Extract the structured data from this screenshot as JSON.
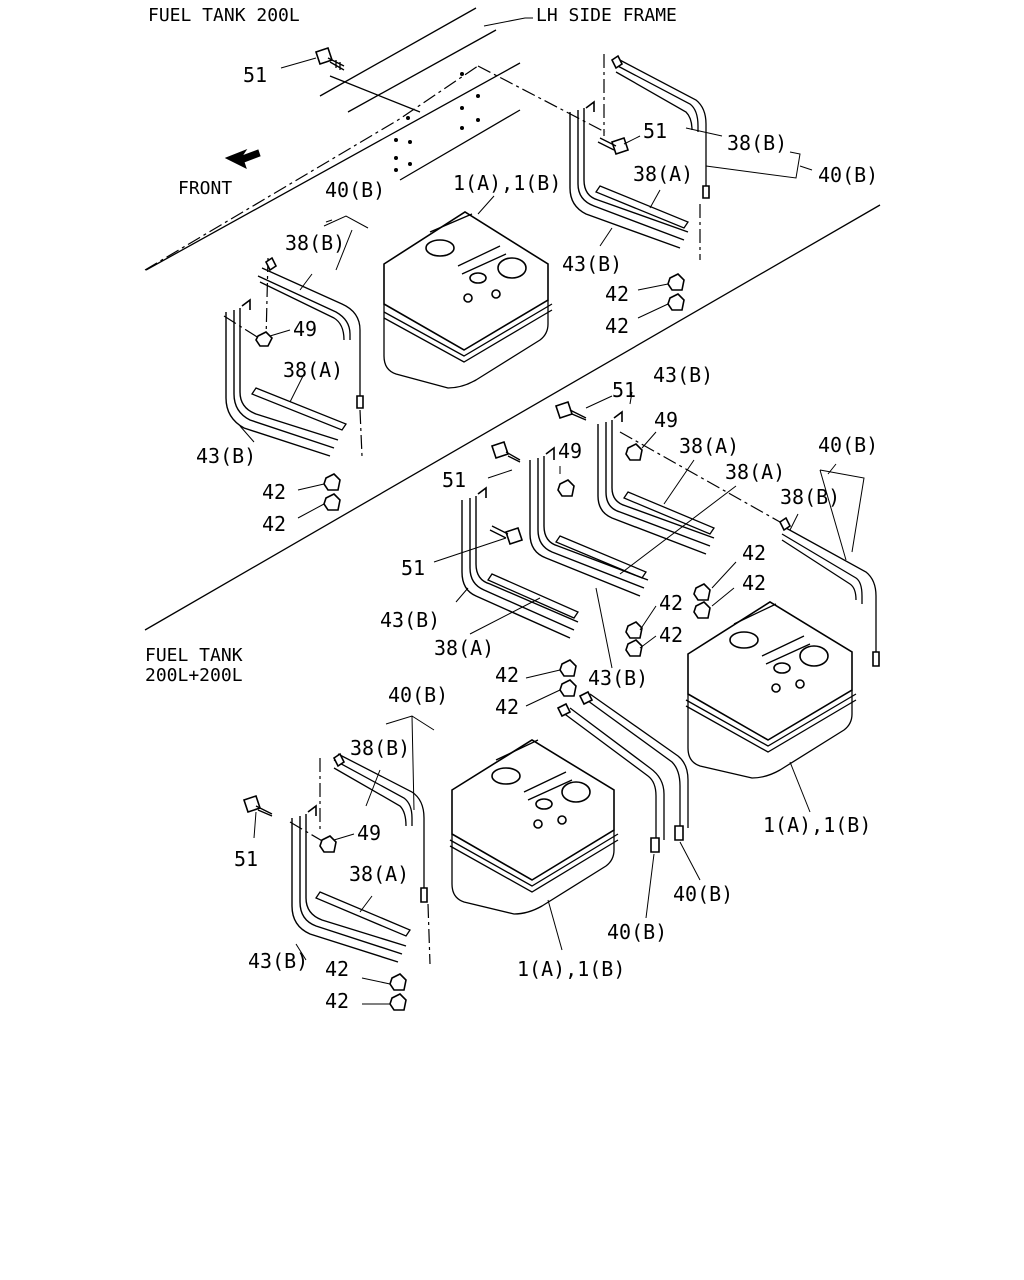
{
  "headers": {
    "single_tank": "FUEL TANK 200L",
    "double_tank_line1": "FUEL TANK",
    "double_tank_line2": "200L+200L",
    "side_frame": "LH SIDE FRAME",
    "front": "FRONT"
  },
  "callouts": {
    "tank": "1(A),1(B)",
    "band_a": "38(A)",
    "band_b": "38(B)",
    "strap": "40(B)",
    "nut": "42",
    "bracket": "43(B)",
    "nut49": "49",
    "bolt": "51"
  }
}
